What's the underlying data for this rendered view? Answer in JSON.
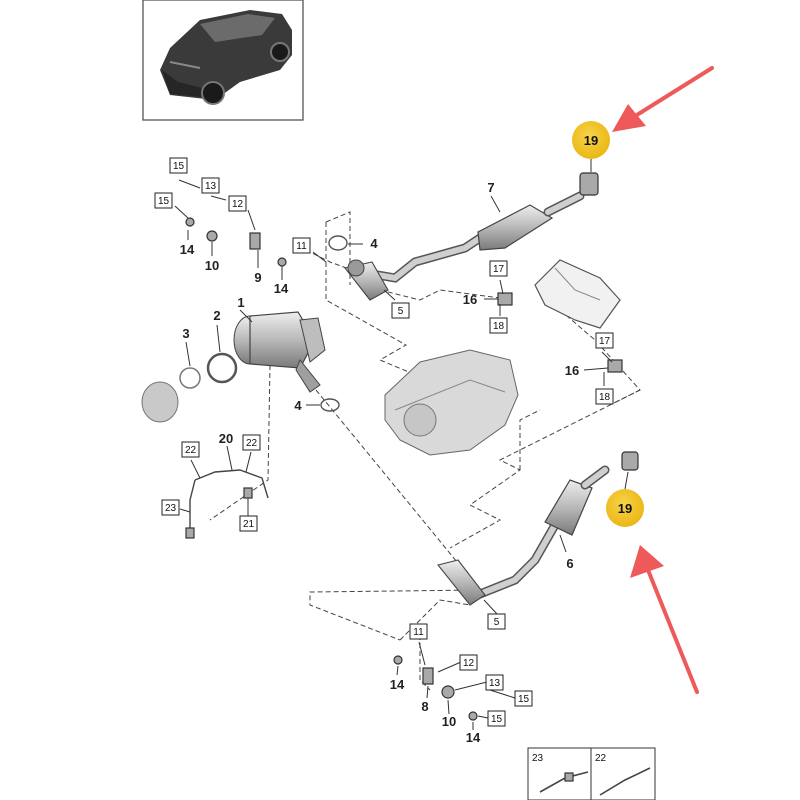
{
  "callouts": {
    "c1": "1",
    "c2": "2",
    "c3": "3",
    "c4a": "4",
    "c4b": "4",
    "c5a": "5",
    "c5b": "5",
    "c6": "6",
    "c7": "7",
    "c8": "8",
    "c9": "9",
    "c10a": "10",
    "c10b": "10",
    "c11a": "11",
    "c11b": "11",
    "c12a": "12",
    "c12b": "12",
    "c13a": "13",
    "c13b": "13",
    "c14a": "14",
    "c14b": "14",
    "c14c": "14",
    "c14d": "14",
    "c15a": "15",
    "c15b": "15",
    "c15c": "15",
    "c15d": "15",
    "c16a": "16",
    "c16b": "16",
    "c17a": "17",
    "c17b": "17",
    "c18a": "18",
    "c18b": "18",
    "c20": "20",
    "c21": "21",
    "c22a": "22",
    "c22b": "22",
    "c23": "23"
  },
  "highlights": {
    "h1": "19",
    "h2": "19"
  },
  "legend": {
    "left": "23",
    "right": "22"
  },
  "colors": {
    "highlight": "#f2c21b",
    "arrow": "#ee5a5a"
  }
}
